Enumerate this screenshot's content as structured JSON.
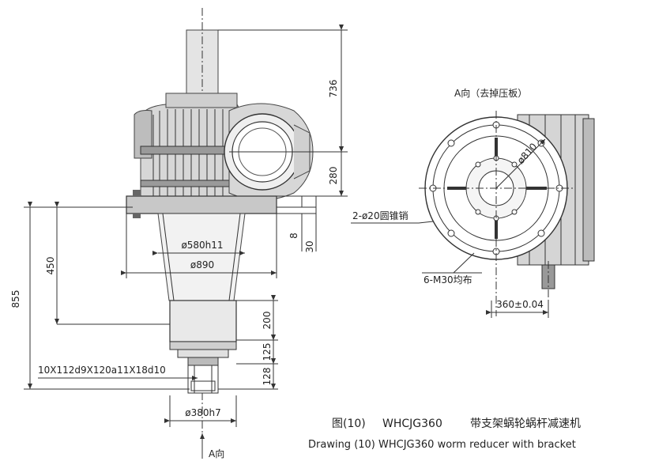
{
  "side_view": {
    "dim_736": "736",
    "dim_280": "280",
    "dim_8": "8",
    "dim_30": "30",
    "dim_450": "450",
    "dim_855": "855",
    "dim_200": "200",
    "dim_125": "125",
    "dim_128": "128",
    "dia_580": "ø580h11",
    "dia_890": "ø890",
    "dia_380": "ø380h7",
    "spline": "10X112d9X120a11X18d10",
    "arrow_label": "A向"
  },
  "front_view": {
    "title": "A向（去掉压板）",
    "dia_810": "ø810",
    "pins": "2-ø20圆锥销",
    "bolts": "6-M30均布",
    "dim_360": "360±0.04"
  },
  "caption": {
    "zh_prefix": "图(10)",
    "zh_model": "WHCJG360",
    "zh_name": "带支架蜗轮蜗杆减速机",
    "en": "Drawing (10) WHCJG360  worm reducer with bracket"
  }
}
